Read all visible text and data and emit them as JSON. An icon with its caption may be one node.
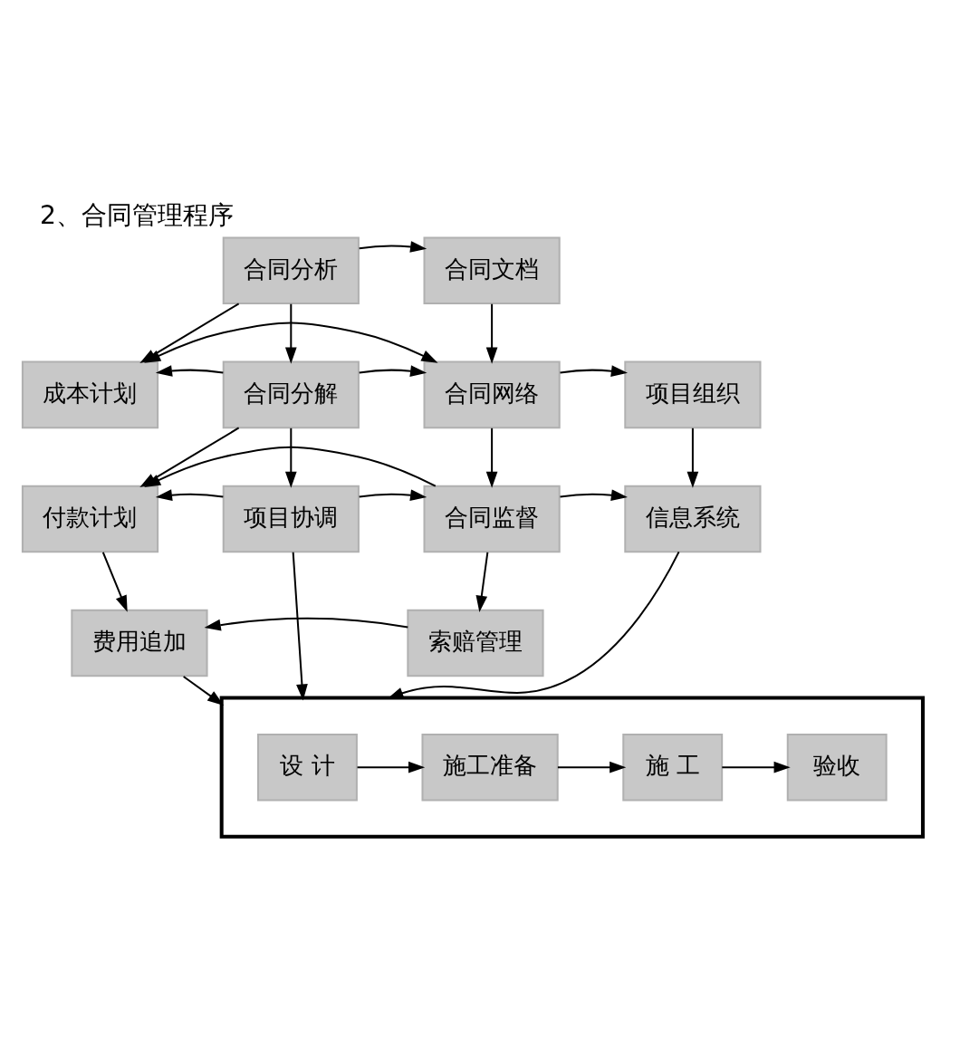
{
  "diagram": {
    "title": "2、合同管理程序",
    "nodes": [
      {
        "text": [
          "合同分析"
        ]
      },
      {
        "text": [
          "合同文档"
        ]
      },
      {
        "text": [
          "成本计划"
        ]
      },
      {
        "text": [
          "合同分解"
        ]
      },
      {
        "text": [
          "合同网络"
        ]
      },
      {
        "text": [
          "项目组织"
        ]
      },
      {
        "text": [
          "付款计划"
        ]
      },
      {
        "text": [
          "项目协调"
        ]
      },
      {
        "text": [
          "合同监督"
        ]
      },
      {
        "text": [
          "信息系统"
        ]
      },
      {
        "text": [
          "费用追加"
        ]
      },
      {
        "text": [
          "索赔管理"
        ]
      },
      {
        "text": [],
        "shape": "box"
      },
      {
        "text": [
          "设 计"
        ],
        "in": 12
      },
      {
        "text": [
          "施工准备"
        ],
        "in": 12
      },
      {
        "text": [
          "施 工"
        ],
        "in": 12
      },
      {
        "text": [
          "验收"
        ],
        "in": 12
      }
    ],
    "edges": [
      {
        "from": 0,
        "to": 1,
        "arrow": "to"
      },
      {
        "from": 0,
        "to": 2,
        "arrow": "to"
      },
      {
        "from": 0,
        "to": 3,
        "arrow": "to"
      },
      {
        "from": 1,
        "to": 4,
        "arrow": "to"
      },
      {
        "from": 3,
        "to": 4,
        "arrow": "to"
      },
      {
        "from": 3,
        "to": 2,
        "arrow": "to"
      },
      {
        "from": 3,
        "to": 6,
        "arrow": "to"
      },
      {
        "from": 4,
        "to": 2,
        "arrow": "both"
      },
      {
        "from": 4,
        "to": 5,
        "arrow": "to"
      },
      {
        "from": 3,
        "to": 7,
        "arrow": "to"
      },
      {
        "from": 4,
        "to": 8,
        "arrow": "to"
      },
      {
        "from": 5,
        "to": 9,
        "arrow": "to"
      },
      {
        "from": 7,
        "to": 8,
        "arrow": "to"
      },
      {
        "from": 7,
        "to": 6,
        "arrow": "to"
      },
      {
        "from": 8,
        "to": 6,
        "arrow": "to"
      },
      {
        "from": 8,
        "to": 9,
        "arrow": "to"
      },
      {
        "from": 8,
        "to": 11,
        "arrow": "to"
      },
      {
        "from": 6,
        "to": 10,
        "arrow": "to"
      },
      {
        "from": 11,
        "to": 10,
        "arrow": "to"
      },
      {
        "from": 10,
        "to": 12,
        "arrow": "to"
      },
      {
        "from": 7,
        "to": 12,
        "arrow": "to"
      },
      {
        "from": 9,
        "to": 12,
        "arrow": "to"
      },
      {
        "from": 13,
        "to": 14,
        "arrow": "to"
      },
      {
        "from": 14,
        "to": 15,
        "arrow": "to"
      },
      {
        "from": 15,
        "to": 16,
        "arrow": "to"
      }
    ]
  }
}
